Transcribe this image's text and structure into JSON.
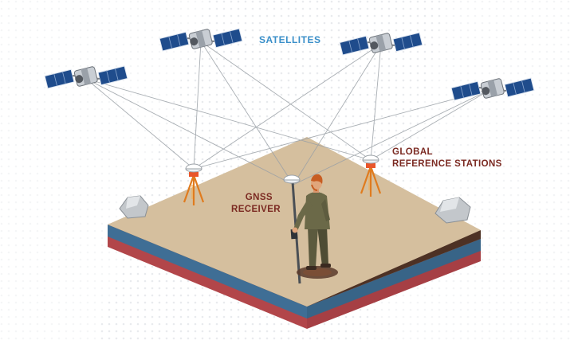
{
  "labels": {
    "satellites": "SATELLITES",
    "stations_line1": "GLOBAL",
    "stations_line2": "REFERENCE STATIONS",
    "receiver_line1": "GNSS",
    "receiver_line2": "RECEIVER"
  },
  "colors": {
    "satellites_label": "#3a8fc9",
    "stations_label": "#7b2a22",
    "receiver_label": "#7b2a22",
    "ground_top": "#d8c3a2",
    "soil_dark": "#5a3a2a",
    "water_layer": "#3f6e95",
    "bedrock_layer": "#b2464a",
    "solar_panel": "#1f4c8c",
    "signal_line": "#9aa0a6",
    "tripod": "#e07b1e"
  },
  "icons": [
    "satellite-icon",
    "reference-station-icon",
    "gnss-rover-pole-icon",
    "surveyor-figure",
    "rock-icon"
  ]
}
